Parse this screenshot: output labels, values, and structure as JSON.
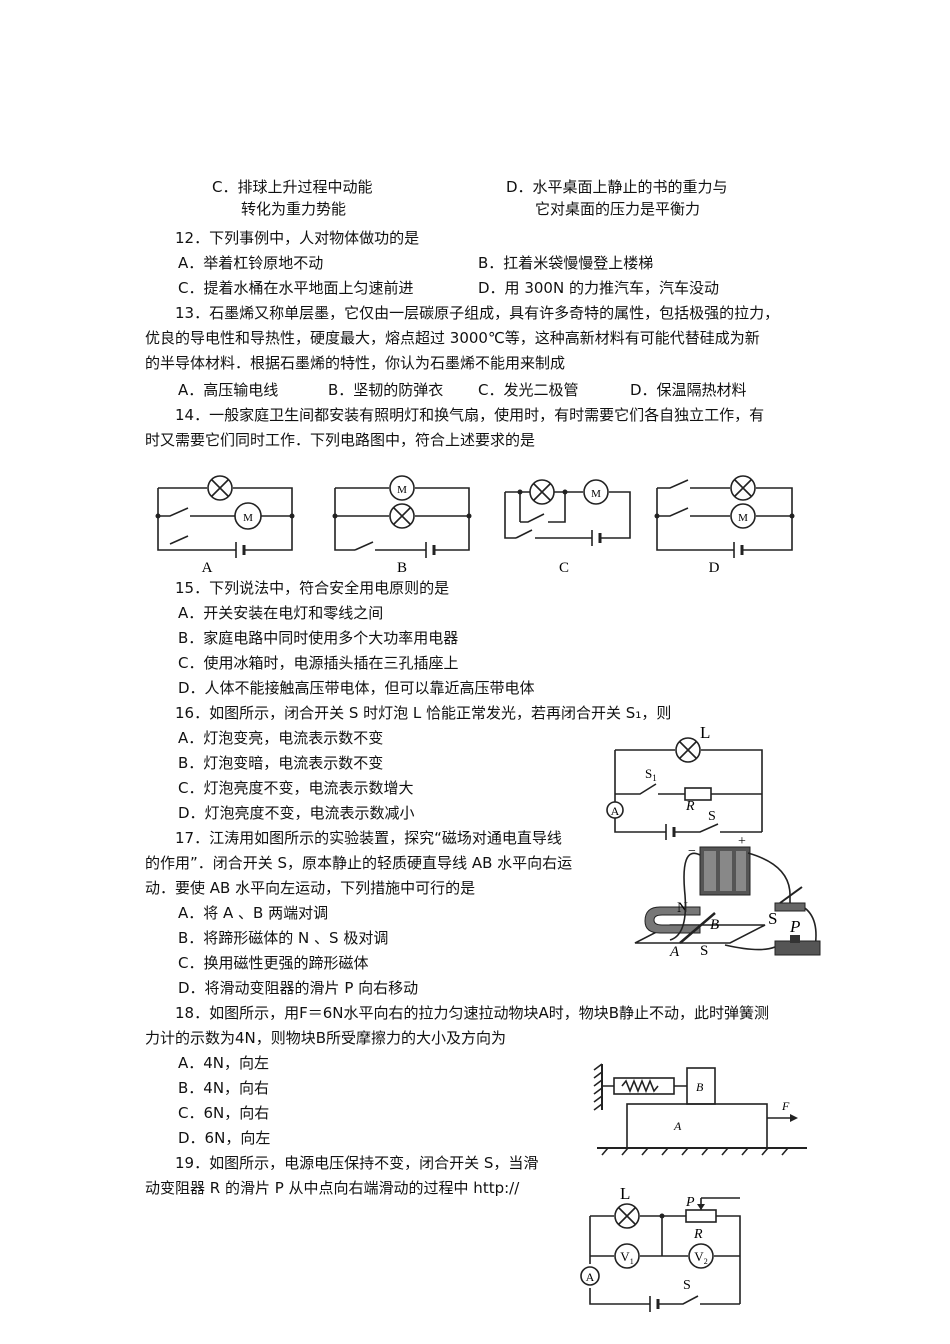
{
  "q11": {
    "opt_c_l1": "C．排球上升过程中动能",
    "opt_c_l2": "转化为重力势能",
    "opt_d_l1": "D．水平桌面上静止的书的重力与",
    "opt_d_l2": "它对桌面的压力是平衡力"
  },
  "q12": {
    "stem": "12．下列事例中，人对物体做功的是",
    "a": "A．举着杠铃原地不动",
    "b": "B．扛着米袋慢慢登上楼梯",
    "c": "C．提着水桶在水平地面上匀速前进",
    "d": "D．用 300N 的力推汽车，汽车没动"
  },
  "q13": {
    "stem1": "13．石墨烯又称单层墨，它仅由一层碳原子组成，具有许多奇特的属性，包括极强的拉力，",
    "stem2": "优良的导电性和导热性，硬度最大，熔点超过 3000℃等，这种高新材料有可能代替硅成为新",
    "stem3": "的半导体材料．根据石墨烯的特性，你认为石墨烯不能用来制成",
    "a": "A．高压输电线",
    "b": "B．坚韧的防弹衣",
    "c": "C．发光二极管",
    "d": "D．保温隔热材料"
  },
  "q14": {
    "stem1": "14．一般家庭卫生间都安装有照明灯和换气扇，使用时，有时需要它们各自独立工作，有",
    "stem2": "时又需要它们同时工作．下列电路图中，符合上述要求的是",
    "labels": [
      "A",
      "B",
      "C",
      "D"
    ],
    "motor": "M"
  },
  "q15": {
    "stem": "15．下列说法中，符合安全用电原则的是",
    "a": "A．开关安装在电灯和零线之间",
    "b": "B．家庭电路中同时使用多个大功率用电器",
    "c": "C．使用冰箱时，电源插头插在三孔插座上",
    "d": "D．人体不能接触高压带电体，但可以靠近高压带电体"
  },
  "q16": {
    "stem": "16．如图所示，闭合开关 S 时灯泡 L 恰能正常发光，若再闭合开关 S₁，则",
    "a": "A．灯泡变亮，电流表示数不变",
    "b": "B．灯泡变暗，电流表示数不变",
    "c": "C．灯泡亮度不变，电流表示数增大",
    "d": "D．灯泡亮度不变，电流表示数减小",
    "fig": {
      "lamp": "L",
      "s1": "S",
      "s1_sub": "1",
      "res": "R",
      "switch": "S",
      "ammeter": "A"
    }
  },
  "q17": {
    "stem1": "17．江涛用如图所示的实验装置，探究“磁场对通电直导线",
    "stem2": "的作用”．闭合开关 S，原本静止的轻质硬直导线 AB 水平向右运",
    "stem3": "动．要使 AB 水平向左运动，下列措施中可行的是",
    "a": "A．将 A 、B 两端对调",
    "b": "B．将蹄形磁体的 N 、S 极对调",
    "c": "C．换用磁性更强的蹄形磁体",
    "d": "D．将滑动变阻器的滑片 P 向右移动",
    "fig": {
      "n": "N",
      "s_pole": "S",
      "a": "A",
      "b": "B",
      "switch": "S",
      "p": "P",
      "minus": "−",
      "plus": "+"
    }
  },
  "q18": {
    "stem1": "18．如图所示，用F＝6N水平向右的拉力匀速拉动物块A时，物块B静止不动，此时弹簧测",
    "stem2": "力计的示数为4N，则物块B所受摩擦力的大小及方向为",
    "a": "A．4N，向左",
    "b": "B．4N，向右",
    "c": "C．6N，向右",
    "d": "D．6N，向左",
    "fig": {
      "block_b": "B",
      "block_a": "A",
      "force": "F"
    }
  },
  "q19": {
    "stem1": "19．如图所示，电源电压保持不变，闭合开关 S，当滑",
    "stem2": "动变阻器 R 的滑片 P 从中点向右端滑动的过程中 http://",
    "fig": {
      "lamp": "L",
      "p": "P",
      "r": "R",
      "v1": "V",
      "v1_sub": "1",
      "v2": "V",
      "v2_sub": "2",
      "ammeter": "A",
      "switch": "S"
    }
  }
}
